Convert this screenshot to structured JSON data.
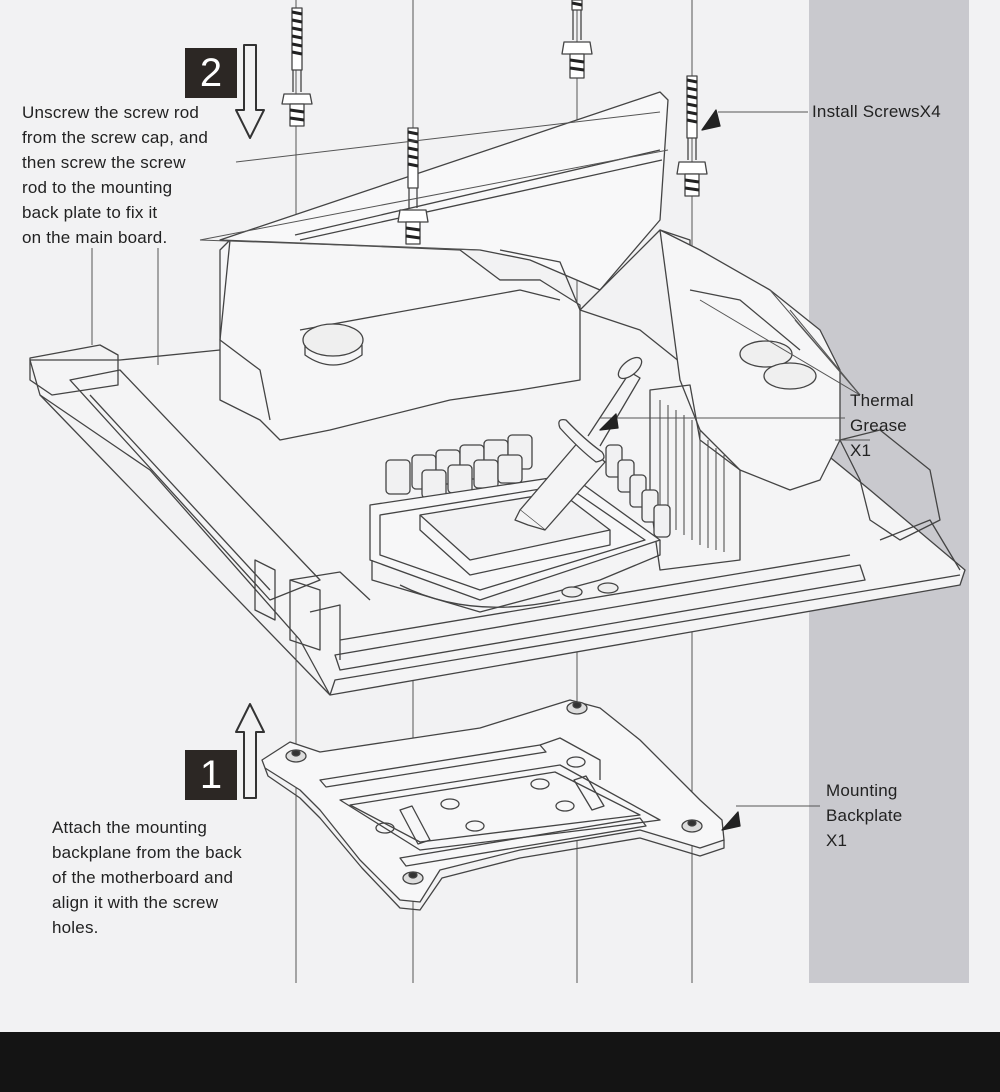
{
  "colors": {
    "background": "#f2f2f3",
    "side_panel": "#c9c9ce",
    "footer": "#141414",
    "step_box": "#2c2724",
    "line": "#444444"
  },
  "steps": [
    {
      "number": "2",
      "arrow": "down",
      "text": "Unscrew the screw rod\nfrom the screw cap, and\nthen screw the screw\nrod to the mounting\nback plate to fix it\non the main board."
    },
    {
      "number": "1",
      "arrow": "up",
      "text": "Attach the mounting\nbackplane from the back\nof the motherboard and\nalign it with the screw\nholes."
    }
  ],
  "callouts": {
    "screws": "Install ScrewsX4",
    "grease": "Thermal\nGrease\nX1",
    "backplate": "Mounting\nBackplate\nX1"
  },
  "icons": {
    "down_arrow": "arrow-down-outline-icon",
    "up_arrow": "arrow-up-outline-icon"
  }
}
